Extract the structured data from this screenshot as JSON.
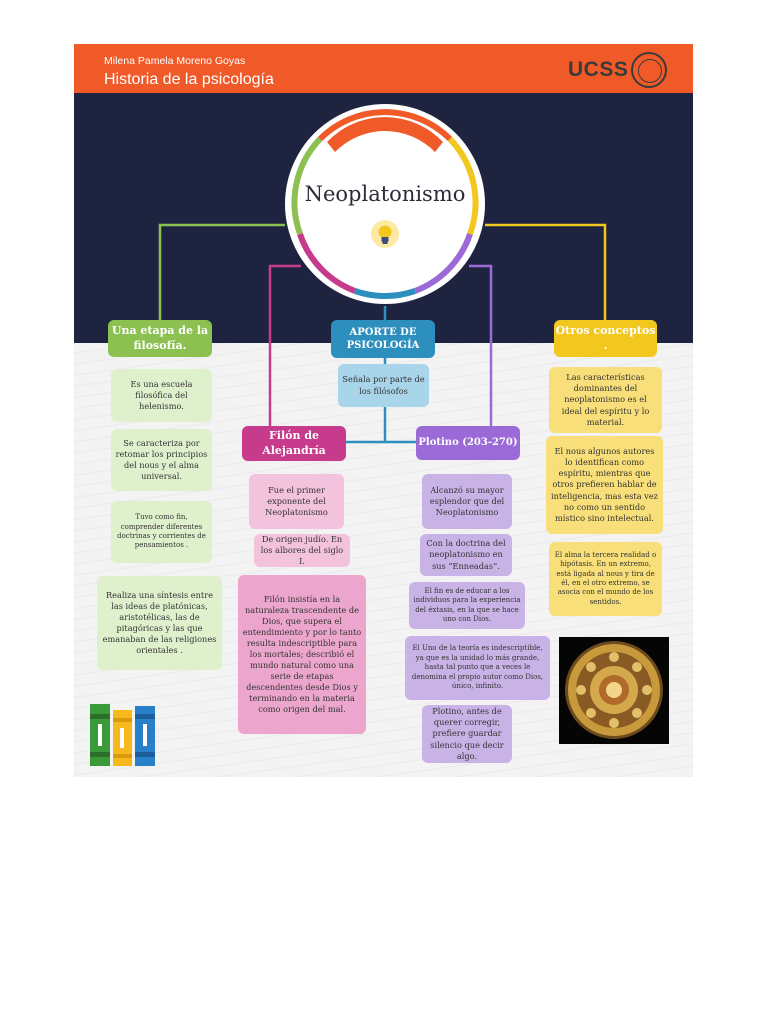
{
  "header": {
    "author": "Milena Pamela Moreno Goyas",
    "course": "Historia de la psicología",
    "logo": "UCSS"
  },
  "center": {
    "title": "Neoplatonismo",
    "icon": "lightbulb-icon"
  },
  "branches": {
    "etapa": {
      "title": "Una etapa de la filosofía.",
      "notes": [
        "Es una escuela filosófica del helenismo.",
        "Se caracteriza por retomar los principios del nous y el alma universal.",
        "Tuvo como fin, comprender diferentes doctrinas y corrientes de pensamientos .",
        "Realiza una síntesis entre las ideas de platónicas, aristotélicas, las de pitagóricas y las que emanaban de las religiones orientales ."
      ]
    },
    "aporte": {
      "title": "APORTE DE PSICOLOGÍA",
      "note": "Señala por parte de los filósofos"
    },
    "filon": {
      "title": "Filón de Alejandría",
      "notes": [
        "Fue el primer exponente del Neoplatonismo",
        "De origen judío. En los albores del siglo I.",
        "Filón insistía en la naturaleza trascendente de Dios, que supera el entendimiento y por lo tanto resulta indescriptible para los mortales; describió el mundo natural como una serie de etapas descendentes desde Dios y terminando en la materia como origen del mal."
      ]
    },
    "plotino": {
      "title": "Plotino (203-270)",
      "notes": [
        "Alcanzó su mayor esplendor que del Neoplatonismo",
        "Con la doctrina del neoplatonismo en sus “Enneadas”.",
        "El fin es de educar a los individuos para la experiencia del éxtasis, en la que se hace uno con Dios.",
        "El Uno de la teoría es indescriptible, ya que es la unidad lo más grande, hasta tal punto que a veces le denomina el propio autor como Dios, único, infinito.",
        "Plotino, antes de querer corregir, prefiere guardar silencio que decir algo."
      ]
    },
    "otros": {
      "title": "Otros conceptos .",
      "notes": [
        "Las características dominantes del neoplatonismo es el ideal del espíritu y lo material.",
        "El nous algunos autores lo identifican como espíritu, mientras que otros prefieren hablar de inteligencia, mas esta vez no como un sentido místico sino intelectual.",
        "El alma la tercera realidad o hipótasis. En un extremo, está ligada al nous y tira de él, en el otro extremo, se asocia con el mundo de los sentidos."
      ]
    }
  },
  "colors": {
    "header_orange": "#f05a28",
    "navy": "#1e2440",
    "green": "#8cc152",
    "blue": "#2d8fbd",
    "magenta": "#c63b8c",
    "purple": "#9b6ad6",
    "yellow": "#f2c81f"
  },
  "decorations": [
    "books-icon",
    "ceiling-fresco-image"
  ]
}
